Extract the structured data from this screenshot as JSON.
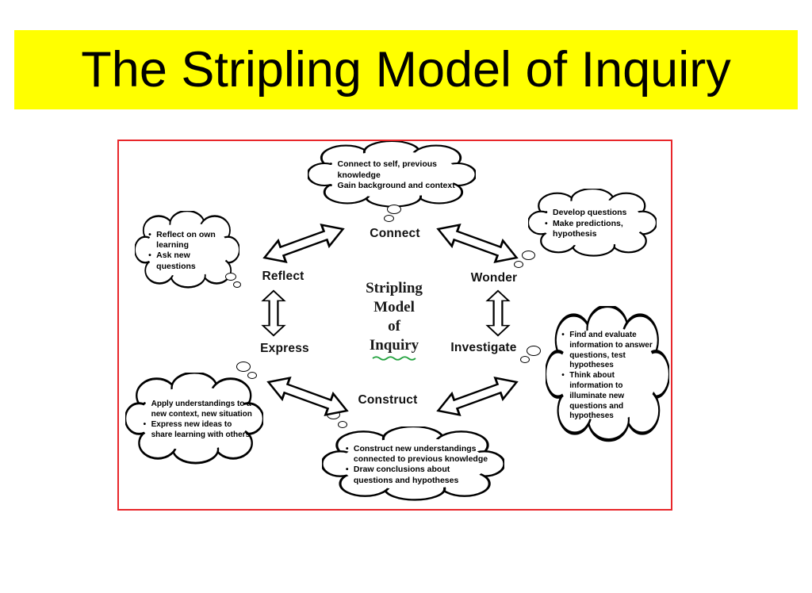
{
  "title": "The Stripling Model of Inquiry",
  "colors": {
    "banner": "#ffff00",
    "frame": "#e8262a",
    "squiggle": "#23a23f"
  },
  "center": {
    "lines": [
      "Stripling",
      "Model",
      "of",
      "Inquiry"
    ]
  },
  "stages": {
    "connect": {
      "label": "Connect",
      "bullets": [
        "Connect to self, previous knowledge",
        "Gain background and context"
      ]
    },
    "wonder": {
      "label": "Wonder",
      "bullets": [
        "Develop questions",
        "Make predictions, hypothesis"
      ]
    },
    "investigate": {
      "label": "Investigate",
      "bullets": [
        "Find and evaluate information to answer questions, test  hypotheses",
        "Think about information to illuminate new questions and hypotheses"
      ]
    },
    "construct": {
      "label": "Construct",
      "bullets": [
        "Construct new understandings connected to previous knowledge",
        "Draw conclusions about questions and hypotheses"
      ]
    },
    "express": {
      "label": "Express",
      "bullets": [
        "Apply understandings to a new context, new situation",
        "Express new ideas to share learning with others"
      ]
    },
    "reflect": {
      "label": "Reflect",
      "bullets": [
        "Reflect on own learning",
        "Ask new questions"
      ]
    }
  }
}
